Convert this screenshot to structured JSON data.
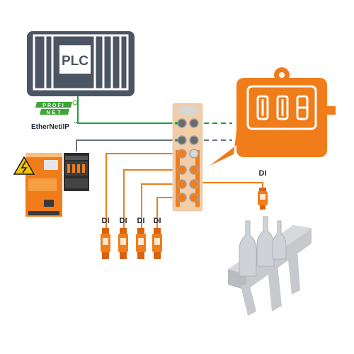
{
  "plc": {
    "label": "PLC"
  },
  "protocols": {
    "profinet_top": "PROFI",
    "profinet_bottom": "NET",
    "ethernet_ip": "EtherNet/IP",
    "ethernet_ip_tm": "™"
  },
  "sensors": {
    "di_label": "DI"
  },
  "colors": {
    "plc_gray": "#4b5563",
    "accent_orange": "#f07d1a",
    "ethernet_green": "#1ea03c",
    "bus_gray": "#6b7280",
    "profinet_green": "#3fa535",
    "warning_yellow": "#f5c400",
    "conveyor_gray": "#c7c9cc"
  },
  "icons": [
    "plc-rack-icon",
    "io-module-icon",
    "cloud-io-link-icon",
    "high-voltage-warning-icon",
    "bottle-conveyor-icon",
    "sensor-icon"
  ]
}
